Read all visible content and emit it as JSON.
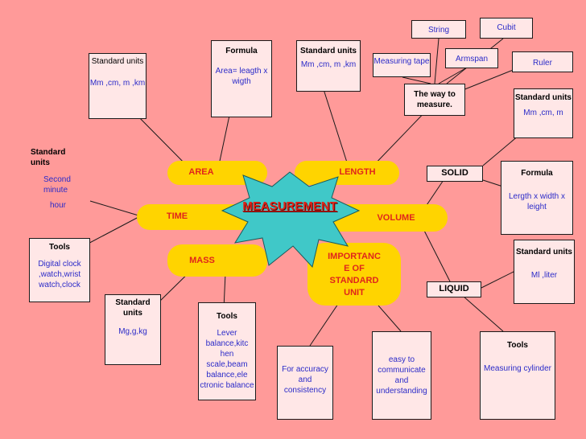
{
  "title": "MEASUREMENT",
  "branches": {
    "area": "AREA",
    "length": "LENGTH",
    "time": "TIME",
    "volume": "VOLUME",
    "mass": "MASS",
    "importance": "IMPORTANC E OF STANDARD UNIT"
  },
  "area_units": {
    "head": "Standard units",
    "body": "Mm ,cm, m ,km"
  },
  "area_formula": {
    "head": "Formula",
    "body": "Area= leagth x wigth"
  },
  "length_units": {
    "head": "Standard units",
    "body": "Mm ,cm, m ,km"
  },
  "length_way": "The way to measure.",
  "length_tools": {
    "string": "String",
    "cubit": "Cubit",
    "measuring_tape": "Measuring tape",
    "armspan": "Armspan",
    "ruler": "Ruler"
  },
  "length_units2": {
    "head": "Standard units",
    "body": "Mm ,cm, m"
  },
  "time_units": {
    "head": "Standard units",
    "body1": "Second minute",
    "body2": "hour"
  },
  "time_tools": {
    "head": "Tools",
    "body": "Digital clock ,watch,wrist watch,clock"
  },
  "mass_units": {
    "head": "Standard units",
    "body": "Mg,g,kg"
  },
  "mass_tools": {
    "head": "Tools",
    "body": "Lever balance,kitc hen scale,beam balance,ele ctronic balance"
  },
  "importance_a": "For accuracy and consistency",
  "importance_b": "easy to communicate and understanding",
  "volume": {
    "solid": "SOLID",
    "liquid": "LIQUID",
    "solid_formula": {
      "head": "Formula",
      "body": "Lergth x width x leight"
    },
    "liquid_units": {
      "head": "Standard units",
      "body": "Ml ,liter"
    },
    "liquid_tools": {
      "head": "Tools",
      "body": "Measuring cylinder"
    }
  },
  "colors": {
    "background": "#ff9a99",
    "star": "#40c8c8",
    "pill": "#ffd400",
    "title": "#e0261b",
    "box": "#ffe7e7",
    "body_text": "#2b2bc8"
  }
}
